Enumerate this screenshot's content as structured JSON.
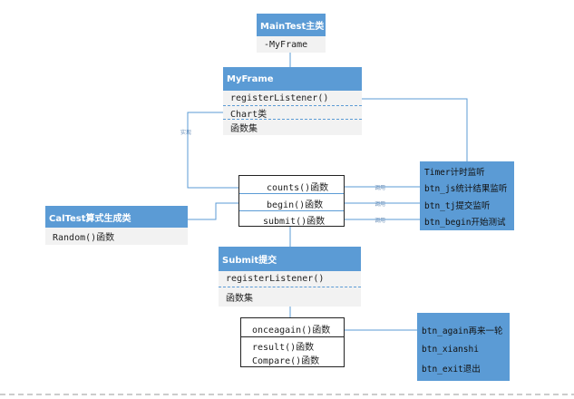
{
  "maintest": {
    "title": "MainTest主类",
    "rows": [
      "-MyFrame"
    ]
  },
  "myframe": {
    "title": "MyFrame",
    "rows": [
      "registerListener()",
      "Chart类",
      "函数集"
    ]
  },
  "caltest": {
    "title": "CalTest算式生成类",
    "rows": [
      "Random()函数"
    ]
  },
  "middle": {
    "rows": [
      "counts()函数",
      "begin()函数",
      "submit()函数"
    ]
  },
  "timer": {
    "rows": [
      "Timer计时监听",
      "btn_js统计结果监听",
      "btn_tj提交监听",
      "btn_begin开始测试"
    ]
  },
  "submit": {
    "title": "Submit提交",
    "rows": [
      "registerListener()",
      "函数集"
    ]
  },
  "bottom": {
    "rows": [
      "onceagain()函数",
      "result()函数",
      "Compare()函数"
    ]
  },
  "again": {
    "rows": [
      "btn_again再来一轮",
      "btn_xianshi",
      "btn_exit退出"
    ]
  },
  "labels": {
    "realize": "实现",
    "call1": "调用",
    "call2": "调用",
    "call3": "调用"
  },
  "colors": {
    "accent": "#5b9bd5",
    "line": "#5b9bd5",
    "shade": "#f2f2f2"
  }
}
